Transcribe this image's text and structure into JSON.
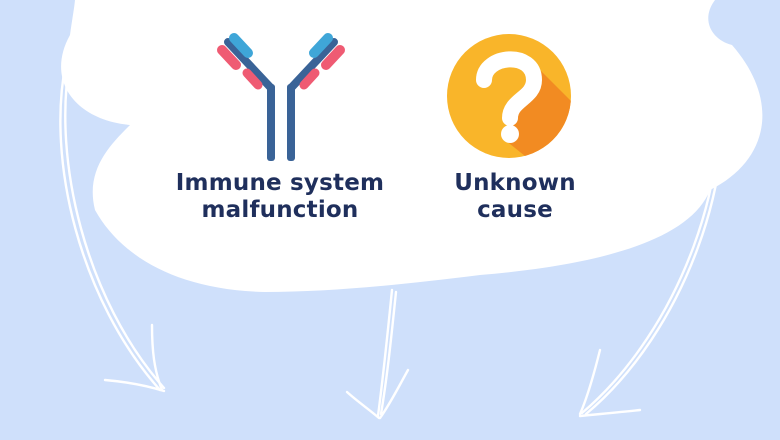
{
  "causes": [
    {
      "icon": "antibody-icon",
      "line1": "Immune system",
      "line2": "malfunction"
    },
    {
      "icon": "question-mark-icon",
      "line1": "Unknown",
      "line2": "cause"
    }
  ],
  "colors": {
    "background": "#cfe0fb",
    "cloud": "#ffffff",
    "text": "#1f2f5c",
    "antibody_stem": "#3a6397",
    "antibody_tip_blue": "#3fa6d8",
    "antibody_tip_pink": "#ef5b73",
    "question_circle": "#f9b52a",
    "question_shadow": "#f28b22"
  }
}
